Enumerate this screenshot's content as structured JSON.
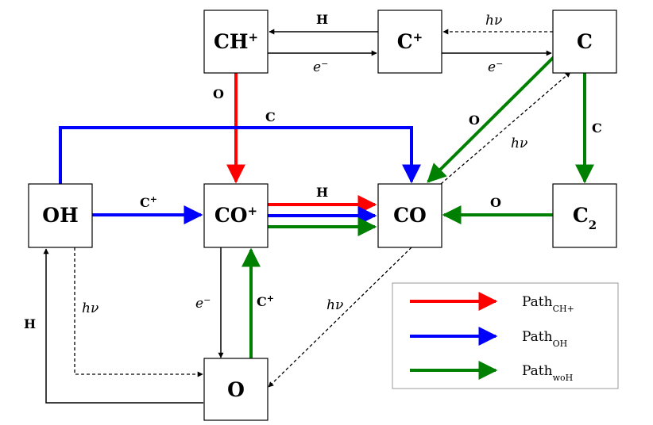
{
  "nodes": {
    "ch_plus": {
      "base": "CH",
      "sup": "+"
    },
    "c_plus": {
      "base": "C",
      "sup": "+"
    },
    "c": {
      "base": "C"
    },
    "oh": {
      "base": "OH"
    },
    "co_plus": {
      "base": "CO",
      "sup": "+"
    },
    "co": {
      "base": "CO"
    },
    "c2": {
      "base": "C",
      "sub": "2"
    },
    "o": {
      "base": "O"
    }
  },
  "edge_labels": {
    "ch_from_cplus": "H",
    "cplus_to_ch_e": "e",
    "e_sup": "−",
    "c_to_cplus_hv": "hν",
    "cplus_to_c_e": "e",
    "ch_to_coplus_o": "O",
    "oh_to_co_c": "C",
    "c_to_co_o": "O",
    "co_to_c_hv": "hν",
    "c_to_c2_c": "C",
    "oh_to_coplus_cplus": "C",
    "cplus_sup": "+",
    "coplus_to_co_h": "H",
    "c2_to_co_o": "O",
    "coplus_to_o_e": "e",
    "o_to_coplus_cplus": "C",
    "oh_to_o_hv": "hν",
    "o_to_oh_h": "H",
    "co_to_o_hv": "hν"
  },
  "legend": {
    "items": [
      {
        "base": "Path",
        "sub": "CH+",
        "color": "#ff0000"
      },
      {
        "base": "Path",
        "sub": "OH",
        "color": "#0000ff"
      },
      {
        "base": "Path",
        "sub": "woH",
        "color": "#008000"
      }
    ]
  },
  "colors": {
    "red": "#ff0000",
    "blue": "#0000ff",
    "green": "#008000",
    "black": "#000000"
  }
}
